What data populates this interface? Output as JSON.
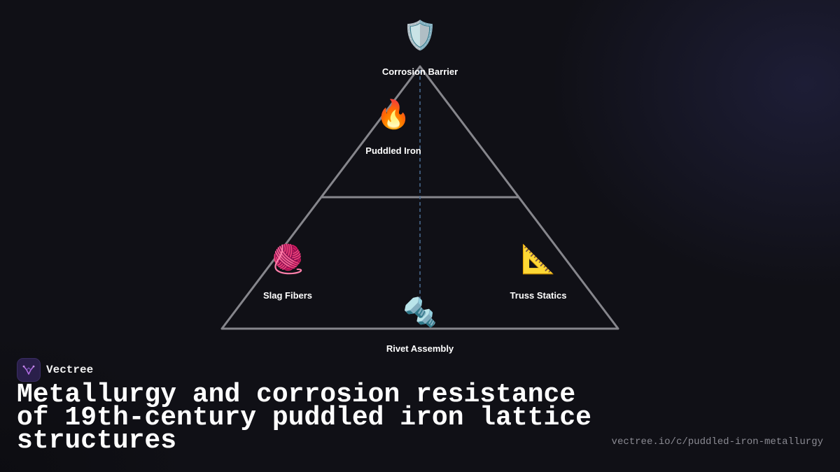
{
  "diagram": {
    "nodes": [
      {
        "id": "corrosion-barrier",
        "label": "Corrosion Barrier",
        "icon": "shield-icon",
        "glyph": "🛡️"
      },
      {
        "id": "puddled-iron",
        "label": "Puddled Iron",
        "icon": "fire-icon",
        "glyph": "🔥"
      },
      {
        "id": "slag-fibers",
        "label": "Slag Fibers",
        "icon": "yarn-icon",
        "glyph": "🧶"
      },
      {
        "id": "truss-statics",
        "label": "Truss Statics",
        "icon": "triangular-ruler-icon",
        "glyph": "📐"
      },
      {
        "id": "rivet-assembly",
        "label": "Rivet Assembly",
        "icon": "nut-and-bolt-icon",
        "glyph": "🔩"
      }
    ],
    "colors": {
      "outline": "#86868c",
      "axis": "#4a6d93"
    }
  },
  "brand": {
    "name": "Vectree",
    "logo_color": "#b06be0"
  },
  "title": "Metallurgy and corrosion resistance of 19th-century puddled iron lattice structures",
  "url": "vectree.io/c/puddled-iron-metallurgy"
}
